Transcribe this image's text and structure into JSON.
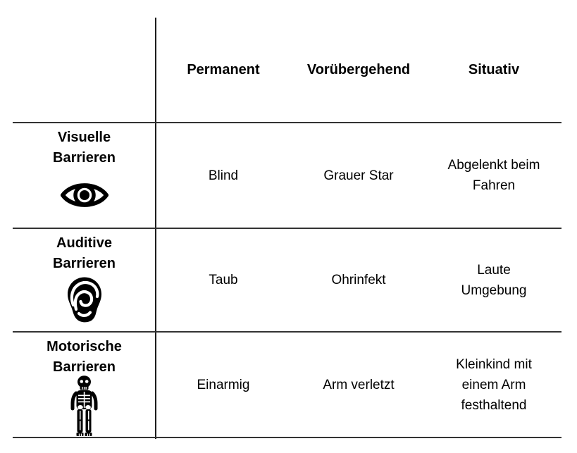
{
  "table": {
    "column_headers": [
      "Permanent",
      "Vorübergehend",
      "Situativ"
    ],
    "rows": [
      {
        "title": "Visuelle\nBarrieren",
        "icon": "eye-icon",
        "cells": [
          "Blind",
          "Grauer Star",
          "Abgelenkt beim\nFahren"
        ]
      },
      {
        "title": "Auditive\nBarrieren",
        "icon": "ear-icon",
        "cells": [
          "Taub",
          "Ohrinfekt",
          "Laute\nUmgebung"
        ]
      },
      {
        "title": "Motorische\nBarrieren",
        "icon": "skeleton-icon",
        "cells": [
          "Einarmig",
          "Arm verletzt",
          "Kleinkind mit\neinem Arm\nfesthaltend"
        ]
      }
    ],
    "colors": {
      "text": "#000000",
      "grid_line": "#2b2b2b",
      "background": "#ffffff"
    }
  }
}
